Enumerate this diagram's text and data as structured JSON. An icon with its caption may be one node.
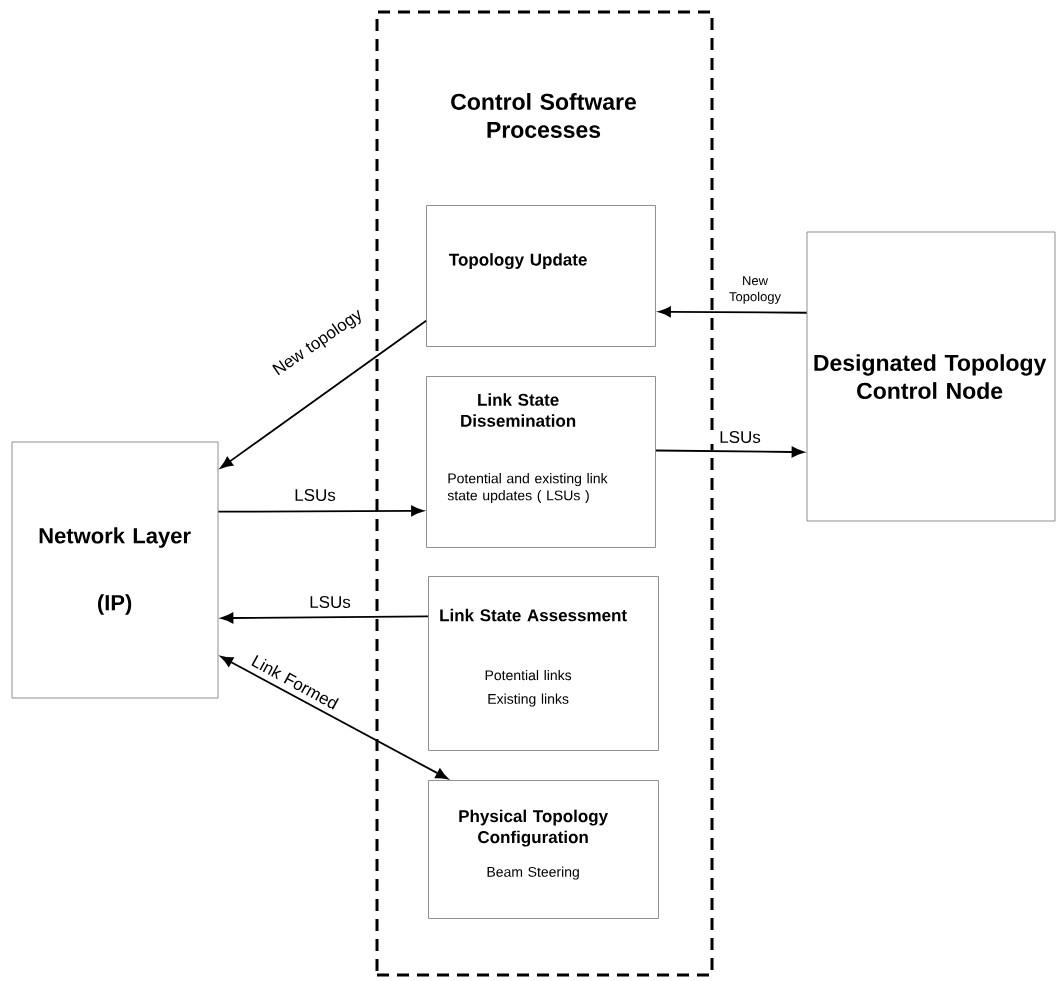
{
  "diagram": {
    "nodes": [
      {
        "text": [
          "Control Software Processes"
        ]
      },
      {
        "text": [
          "Topology Update"
        ],
        "in": 0
      },
      {
        "text": [
          "Link State Dissemination",
          "Potential and existing link state updates ( LSUs )"
        ],
        "in": 0
      },
      {
        "text": [
          "Link State Assessment",
          "Potential links",
          "Existing links"
        ],
        "in": 0
      },
      {
        "text": [
          "Physical Topology Configuration",
          "Beam Steering"
        ],
        "in": 0
      },
      {
        "text": [
          "Network Layer",
          "(IP)"
        ]
      },
      {
        "text": [
          "Designated Topology Control Node"
        ]
      }
    ],
    "edges": [
      {
        "from": 1,
        "to": 5,
        "arrow": "to",
        "label": "New topology"
      },
      {
        "from": 5,
        "to": 2,
        "arrow": "to",
        "label": "LSUs"
      },
      {
        "from": 3,
        "to": 5,
        "arrow": "to",
        "label": "LSUs"
      },
      {
        "from": 5,
        "to": 4,
        "arrow": "both",
        "label": "Link Formed"
      },
      {
        "from": 6,
        "to": 1,
        "arrow": "to",
        "label": "New Topology"
      },
      {
        "from": 2,
        "to": 6,
        "arrow": "to",
        "label": "LSUs"
      }
    ]
  }
}
